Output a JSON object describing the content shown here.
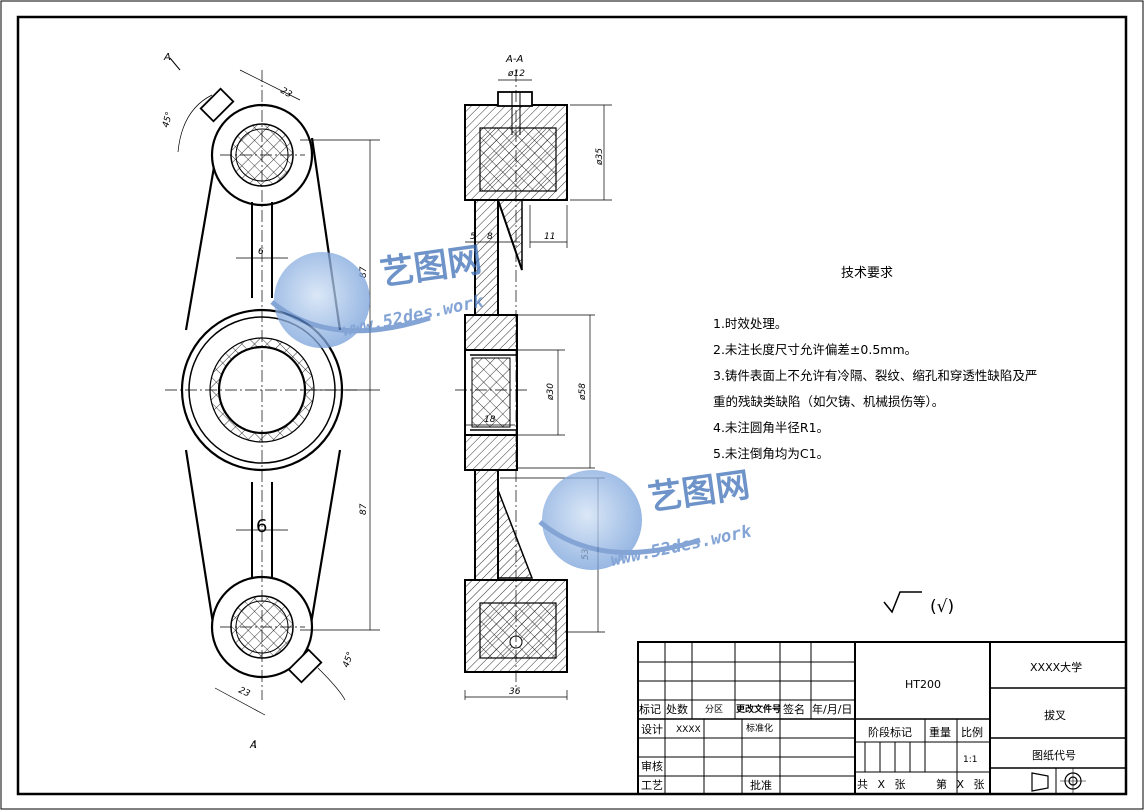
{
  "watermarks": [
    {
      "brand": "艺图网",
      "url": "www.52des.work"
    },
    {
      "brand": "艺图网",
      "url": "www.52des.work"
    }
  ],
  "section_label": "A-A",
  "section_marks": {
    "top": "A",
    "bottom": "A"
  },
  "front_view": {
    "dims": {
      "lug_width": "23",
      "angle_top": "45°",
      "rib_top": "6",
      "center_top": "87",
      "center_bottom": "87",
      "rib_bottom": "6",
      "lug_width_bottom": "23",
      "angle_bottom": "45°"
    }
  },
  "section_view": {
    "dims": {
      "pin_hole": "ø12",
      "boss_dia": "ø35",
      "flange_a": "5",
      "flange_b": "8",
      "rib_offset": "11",
      "bore_dia": "ø30",
      "hub_dia": "ø58",
      "hub_width": "18",
      "lower_rib": "53",
      "overall_width": "36"
    }
  },
  "technical_requirements": {
    "title": "技术要求",
    "items": [
      "1.时效处理。",
      "2.未注长度尺寸允许偏差±0.5mm。",
      "3.铸件表面上不允许有冷隔、裂纹、缩孔和穿透性缺陷及严",
      "重的残缺类缺陷（如欠铸、机械损伤等）。",
      "4.未注圆角半径R1。",
      "5.未注倒角均为C1。"
    ]
  },
  "surface_finish": "(√)",
  "title_block": {
    "material": "HT200",
    "school": "XXXX大学",
    "part_name": "拔叉",
    "drawing_no_label": "图纸代号",
    "revision_headers": [
      "标记",
      "处数",
      "分区",
      "更改文件号",
      "签名",
      "年/月/日"
    ],
    "design_label": "设计",
    "designer": "XXXX",
    "standardize_label": "标准化",
    "review_label": "审核",
    "process_label": "工艺",
    "approve_label": "批准",
    "stage_label": "阶段标记",
    "weight_label": "重量",
    "scale_label": "比例",
    "scale_value": "1:1",
    "sheets_total": "共 X 张",
    "sheet_no": "第 X 张"
  }
}
